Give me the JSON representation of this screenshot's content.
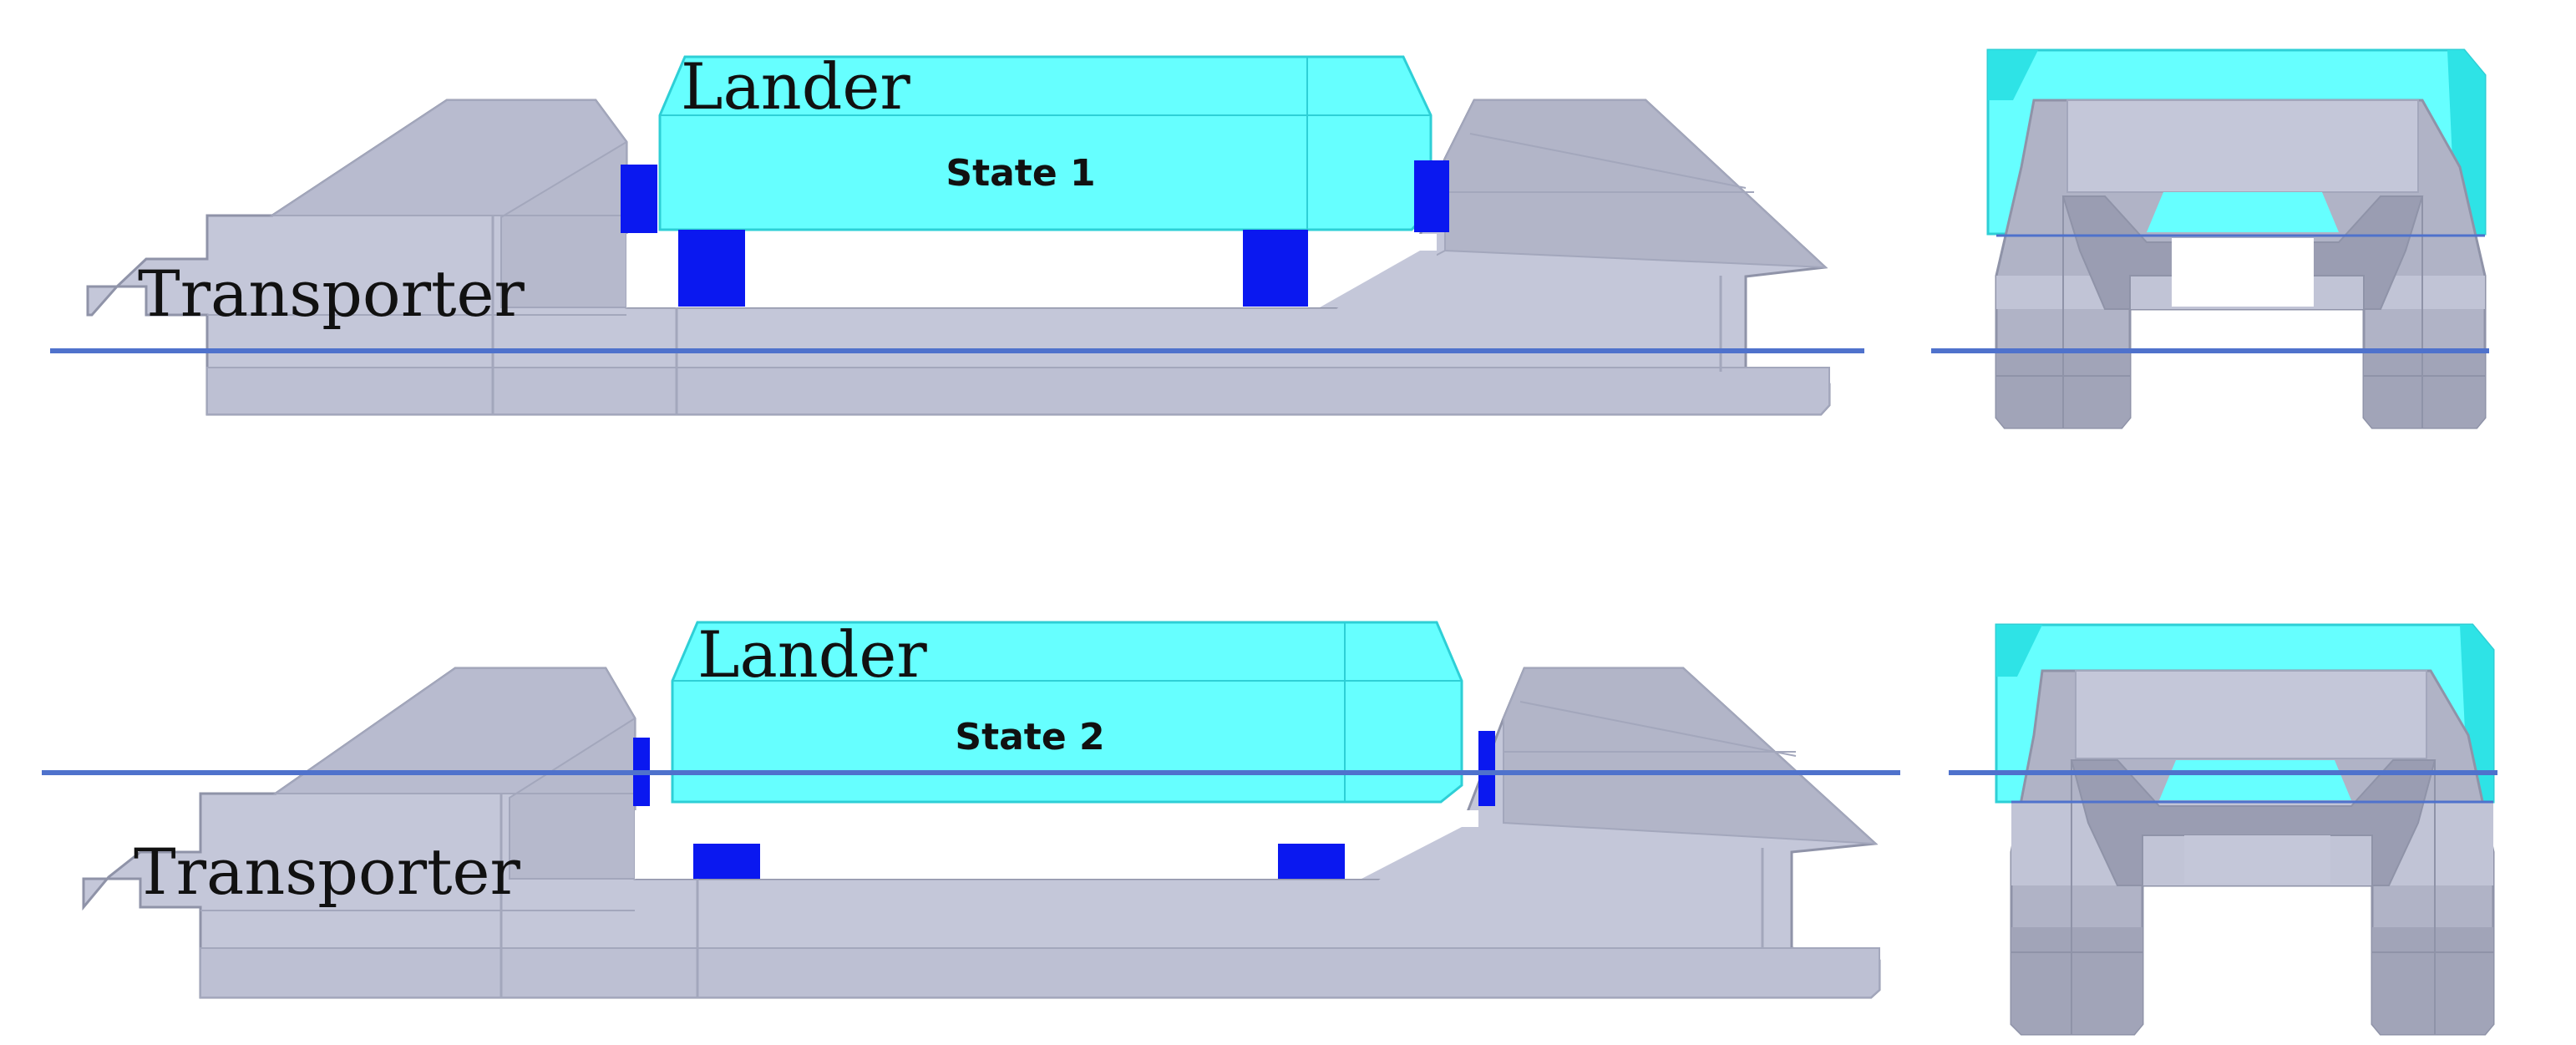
{
  "colors": {
    "hull_fill": "#c4c7d9",
    "hull_shade": "#b2b5c8",
    "hull_dark": "#9a9db2",
    "hull_edge": "#8f93a8",
    "hull_line": "#a3a7bc",
    "lander_fill": "#66ffff",
    "lander_edge": "#2ecfd6",
    "lander_side": "#2ee3e6",
    "contact_pad": "#0a18f0",
    "waterline": "#4f72cc"
  },
  "panels": [
    {
      "state_label": "State 1",
      "lander_label": "Lander",
      "transporter_label": "Transporter"
    },
    {
      "state_label": "State 2",
      "lander_label": "Lander",
      "transporter_label": "Transporter"
    }
  ]
}
